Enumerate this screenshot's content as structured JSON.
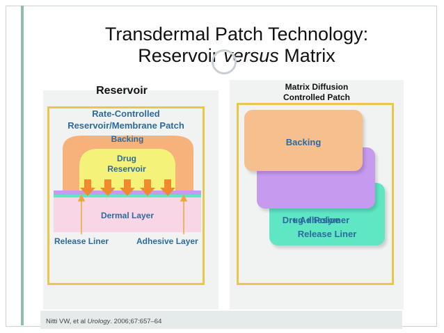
{
  "title": {
    "line1": "Transdermal Patch Technology:",
    "line2_pre": "Reservoir ",
    "line2_em": "versus",
    "line2_post": " Matrix"
  },
  "reservoir": {
    "heading": "Reservoir",
    "subtitle_line1": "Rate-Controlled",
    "subtitle_line2": "Reservoir/Membrane Patch",
    "backing": "Backing",
    "drug_line1": "Drug",
    "drug_line2": "Reservoir",
    "dermal": "Dermal Layer",
    "release_liner": "Release Liner",
    "adhesive_layer": "Adhesive Layer",
    "colors": {
      "backing": "#f6b27a",
      "drug": "#f5f27a",
      "arrow": "#f08a2c",
      "membrane": "#c69aef",
      "adhesive": "#5fe6c3",
      "dermal": "#f9d6e6"
    }
  },
  "matrix": {
    "heading_line1": "Matrix Diffusion",
    "heading_line2": "Controlled Patch",
    "backing": "Backing",
    "drug_line1": "Drug + Polymer",
    "drug_line2": "+ Adhesive",
    "release_liner": "Release Liner",
    "colors": {
      "backing": "#f6c08e",
      "drug": "#c69aef",
      "liner": "#5fe6c3"
    }
  },
  "citation": {
    "authors": "Nitti VW, et al ",
    "journal": "Urology",
    "rest": ". 2006;67:657–64"
  }
}
